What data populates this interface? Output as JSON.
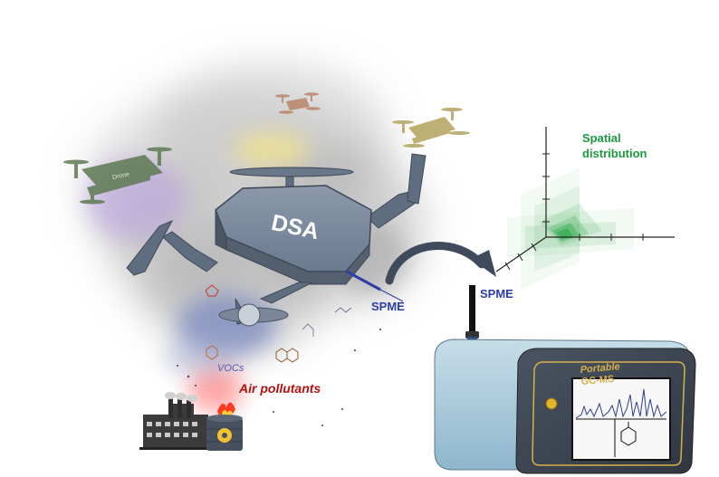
{
  "labels": {
    "drone_main": "DSA",
    "drone_small_badge": "Drone",
    "spme_drone": "SPME",
    "spme_device": "SPME",
    "vocs": "VOCs",
    "air_pollutants": "Air pollutants",
    "spatial_line1": "Spatial",
    "spatial_line2": "distribution",
    "portable": "Portable",
    "gcms": "GC-MS"
  },
  "colors": {
    "drone_body": "#6f7f94",
    "drone_dark": "#525e6e",
    "spme_text": "#2b3da6",
    "pollutant_text": "#b51010",
    "spatial_text": "#1a9a3c",
    "device_front": "#3d4652",
    "device_body": "#8fb6cc",
    "device_label": "#d8b04a"
  },
  "icons": [
    "factory-icon",
    "hazard-barrel-icon",
    "drone-icon",
    "arrow-icon",
    "benzene-icon"
  ]
}
